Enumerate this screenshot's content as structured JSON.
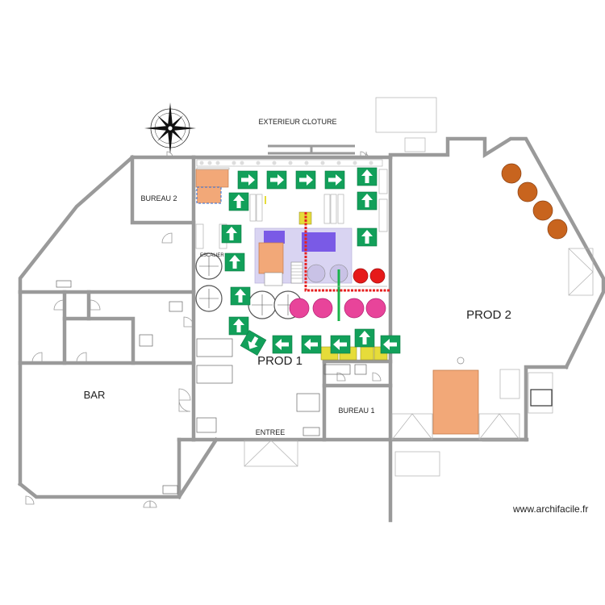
{
  "labels": {
    "exterior": "EXTERIEUR CLOTURE",
    "bureau2": "BUREAU 2",
    "bureau1": "BUREAU 1",
    "bar": "BAR",
    "prod1": "PROD 1",
    "prod2": "PROD 2",
    "entree": "ENTREE",
    "escalier": "ESCALIER"
  },
  "credit": "www.archifacile.fr",
  "colors": {
    "wall": "#9a9a9a",
    "exit_sign": "#12a05a",
    "vessel_pink": "#e8449a",
    "vessel_red": "#e61a1a",
    "silo_brown": "#c8641e",
    "equipment_peach": "#f2a878",
    "equipment_purple": "#7a5ae6",
    "purple_area": "#d9d4f2",
    "pallet_yellow": "#e6dc3a",
    "red_line": "#e62020",
    "green_line": "#19b34a"
  },
  "icons": {
    "compass": "compass-rose-icon",
    "exit_arrow": "exit-arrow-icon"
  }
}
